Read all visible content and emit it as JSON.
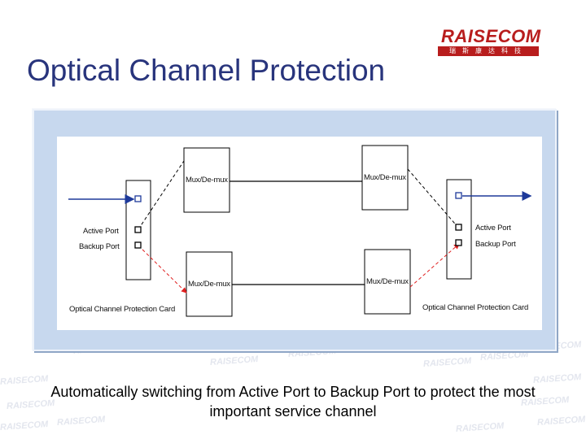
{
  "slide": {
    "title": "Optical Channel Protection",
    "caption": "Automatically switching from Active Port to Backup Port to protect the most important service channel"
  },
  "logo": {
    "brand": "RAISECOM",
    "tagline": "瑞斯康达科技"
  },
  "diagram": {
    "left_card": {
      "label": "Optical Channel Protection Card",
      "active_port": "Active Port",
      "backup_port": "Backup Port"
    },
    "right_card": {
      "label": "Optical Channel Protection Card",
      "active_port": "Active Port",
      "backup_port": "Backup Port"
    },
    "mux_top_left": "Mux/De-mux",
    "mux_top_right": "Mux/De-mux",
    "mux_bottom_left": "Mux/De-mux",
    "mux_bottom_right": "Mux/De-mux"
  },
  "watermark_text": "RAISECOM",
  "colors": {
    "title": "#28347c",
    "frame": "#c7d8ee",
    "link_active": "#000000",
    "link_backup": "#e02020",
    "arrow": "#1e3a9a",
    "port_blue": "#1e3a9a",
    "logo_red": "#b81d1d"
  }
}
